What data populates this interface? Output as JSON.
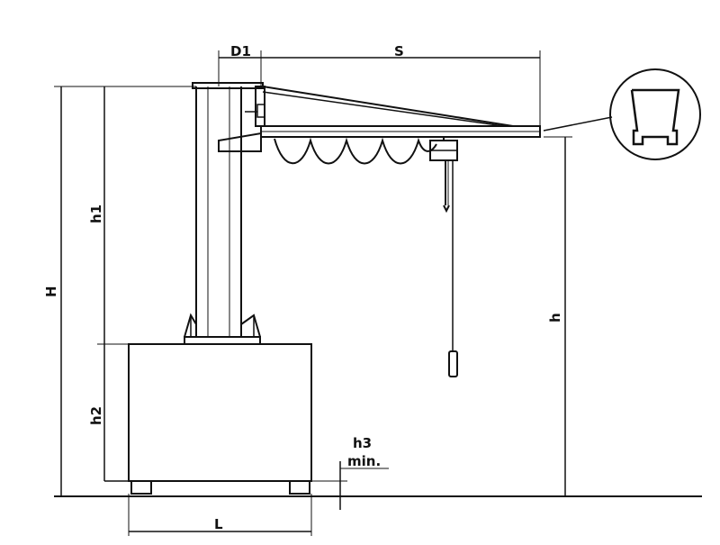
{
  "diagram": {
    "type": "jib crane technical drawing",
    "labels": {
      "D1": "D1",
      "S": "S",
      "H": "H",
      "h1": "h1",
      "h2": "h2",
      "h": "h",
      "h3": "h3",
      "min": "min.",
      "L": "L"
    }
  }
}
